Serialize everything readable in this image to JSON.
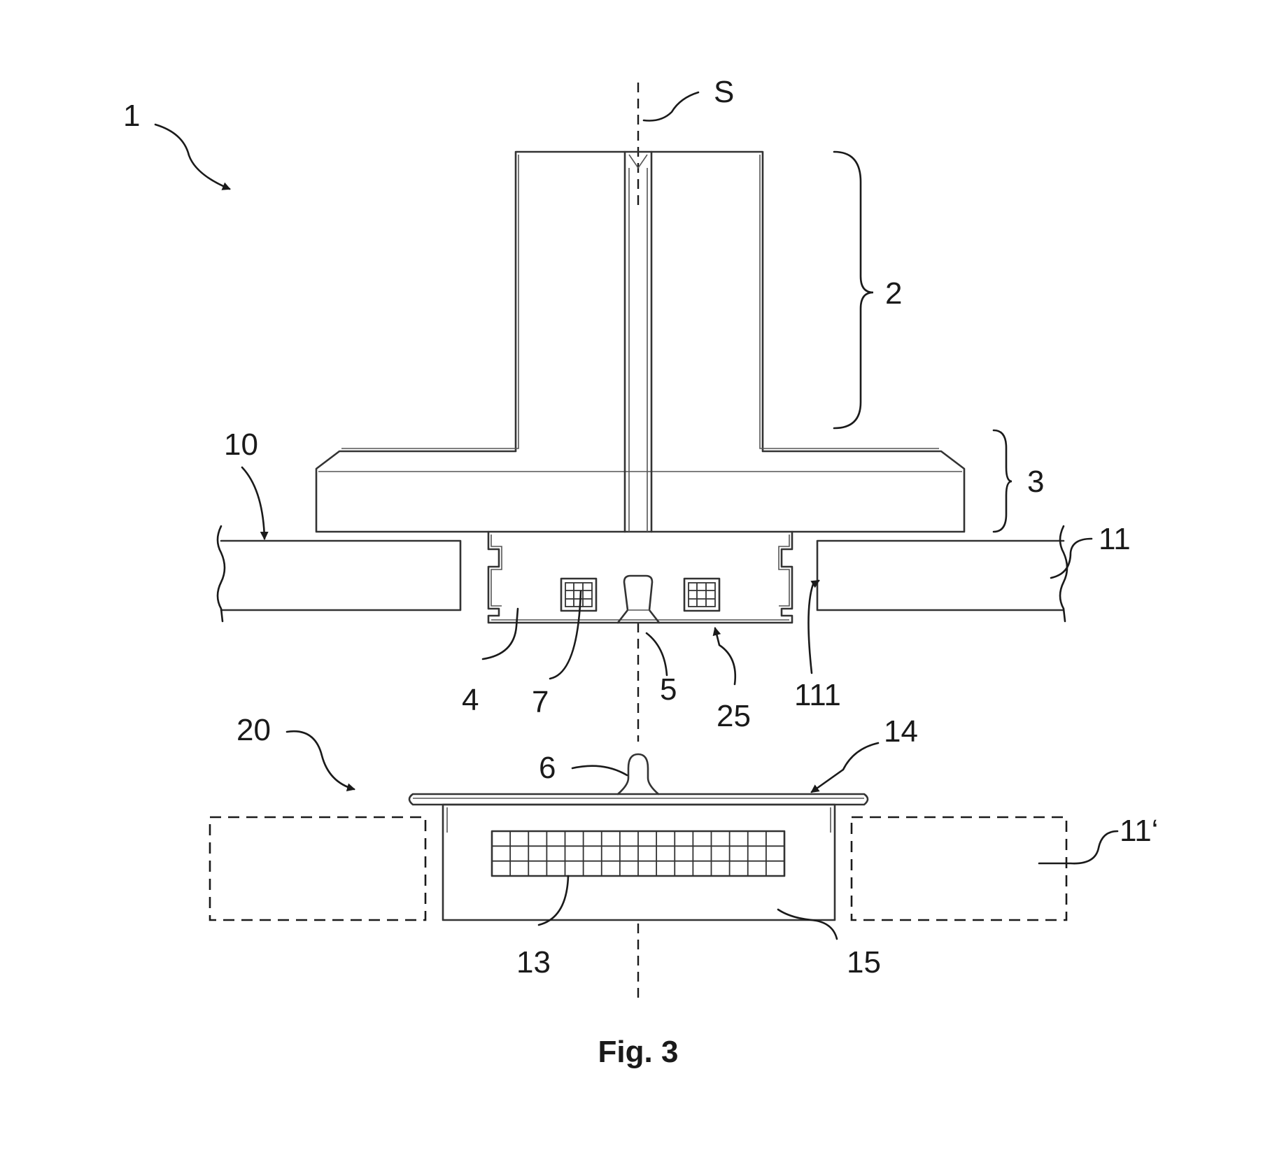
{
  "figure": {
    "caption": "Fig. 3",
    "labels": {
      "l1": "1",
      "lS": "S",
      "l2": "2",
      "l3": "3",
      "l10": "10",
      "l11": "11",
      "l4": "4",
      "l7": "7",
      "l5": "5",
      "l25": "25",
      "l111": "111",
      "l20": "20",
      "l14": "14",
      "l6": "6",
      "l11p": "11‘",
      "l13": "13",
      "l15": "15"
    }
  }
}
